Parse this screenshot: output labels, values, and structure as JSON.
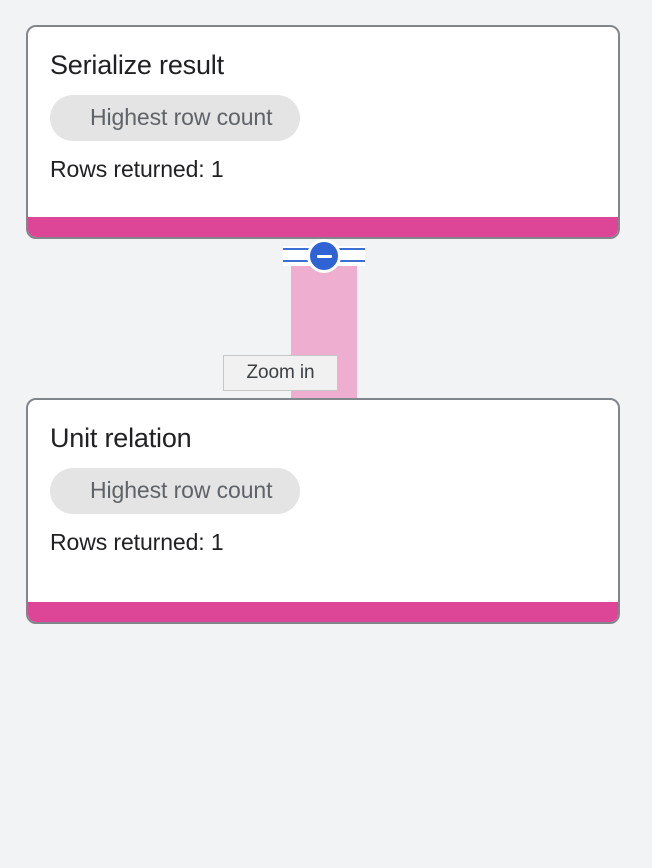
{
  "background_color": "#f1f3f4",
  "accent_color": "#dd4597",
  "connector_color": "#eeaed0",
  "control_color": "#2f63d4",
  "nodes": [
    {
      "title": "Serialize result",
      "badge": "Highest row count",
      "stat": "Rows returned: 1",
      "footer_color": "#dd4597"
    },
    {
      "title": "Unit relation",
      "badge": "Highest row count",
      "stat": "Rows returned: 1",
      "footer_color": "#dd4597"
    }
  ],
  "zoom_control": {
    "icon": "minus-circle-icon",
    "tooltip": "Zoom in",
    "state": "collapse"
  }
}
